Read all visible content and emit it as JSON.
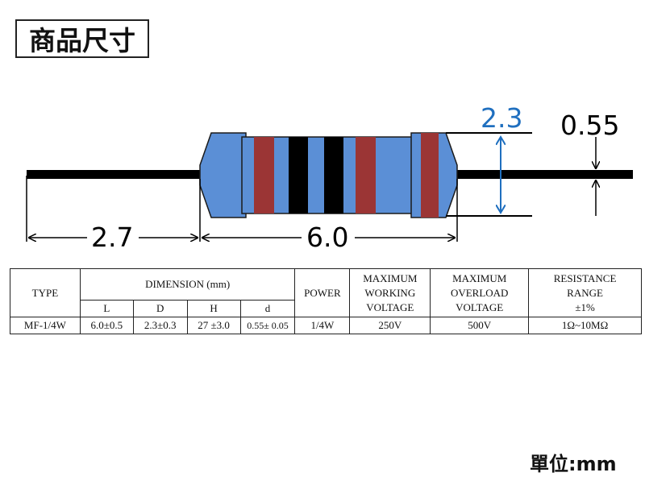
{
  "title": "商品尺寸",
  "unit_label": "單位:mm",
  "dimensions": {
    "lead_length": "2.7",
    "body_length": "6.0",
    "body_diameter": "2.3",
    "lead_diameter": "0.55"
  },
  "colors": {
    "body": "#5b8fd6",
    "band_red": "#9b3535",
    "band_black": "#000000",
    "diameter_arrow": "#1f6fbf"
  },
  "table": {
    "type_header": "TYPE",
    "dimension_header": "DIMENSION (mm)",
    "power_header": "POWER",
    "max_working_l1": "MAXIMUM",
    "max_working_l2": "WORKING",
    "max_working_l3": "VOLTAGE",
    "max_overload_l1": "MAXIMUM",
    "max_overload_l2": "OVERLOAD",
    "max_overload_l3": "VOLTAGE",
    "resistance_l1": "RESISTANCE",
    "resistance_l2": "RANGE",
    "resistance_l3": "±1%",
    "sub_headers": [
      "L",
      "D",
      "H",
      "d"
    ],
    "row": {
      "type": "MF-1/4W",
      "L": "6.0±0.5",
      "D": "2.3±0.3",
      "H": "27 ±3.0",
      "d": "0.55± 0.05",
      "power": "1/4W",
      "working_voltage": "250V",
      "overload_voltage": "500V",
      "resistance_range": "1Ω~10MΩ"
    }
  }
}
